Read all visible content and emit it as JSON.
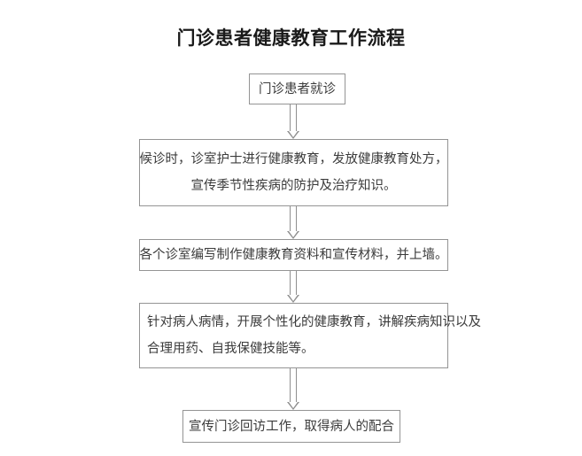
{
  "document": {
    "title": "门诊患者健康教育工作流程",
    "background_color": "#ffffff",
    "box_border_color": "#949494",
    "connector_color": "#8f8f8f",
    "text_color": "#3b3b3b",
    "title_color": "#1a1a1a"
  },
  "flow": {
    "nodes": [
      {
        "id": "node-1",
        "shape": "rectangle",
        "align": "center",
        "lines": [
          "门诊患者就诊"
        ]
      },
      {
        "id": "node-2",
        "shape": "rectangle",
        "align": "center",
        "lines": [
          "候诊时，诊室护士进行健康教育，发放健康教育处方，",
          "宣传季节性疾病的防护及治疗知识。"
        ]
      },
      {
        "id": "node-3",
        "shape": "rectangle",
        "align": "center",
        "lines": [
          "各个诊室编写制作健康教育资料和宣传材料，并上墙。"
        ]
      },
      {
        "id": "node-4",
        "shape": "rectangle",
        "align": "left",
        "lines": [
          "针对病人病情，开展个性化的健康教育，讲解疾病知识以及",
          "合理用药、自我保健技能等。"
        ]
      },
      {
        "id": "node-5",
        "shape": "rectangle",
        "align": "center",
        "lines": [
          "宣传门诊回访工作，取得病人的配合"
        ]
      }
    ],
    "connectors": [
      {
        "id": "arrow-1",
        "icon": "down-block-arrow-icon",
        "from": "node-1",
        "to": "node-2"
      },
      {
        "id": "arrow-2",
        "icon": "down-block-arrow-icon",
        "from": "node-2",
        "to": "node-3"
      },
      {
        "id": "arrow-3",
        "icon": "down-block-arrow-icon",
        "from": "node-3",
        "to": "node-4"
      },
      {
        "id": "arrow-4",
        "icon": "down-block-arrow-icon",
        "from": "node-4",
        "to": "node-5"
      }
    ]
  }
}
